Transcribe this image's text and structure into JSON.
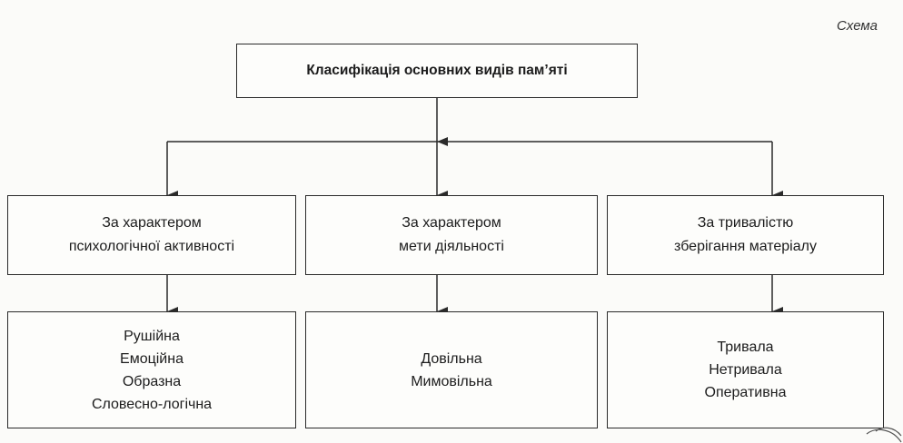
{
  "caption": "Схема",
  "root": {
    "title": "Класифікація основних видів пам’яті"
  },
  "categories": [
    {
      "lines": [
        "За характером",
        "психологічної активності"
      ],
      "items": [
        "Рушійна",
        "Емоційна",
        "Образна",
        "Словесно-логічна"
      ]
    },
    {
      "lines": [
        "За характером",
        "мети діяльності"
      ],
      "items": [
        "Довільна",
        "Мимовільна"
      ]
    },
    {
      "lines": [
        "За тривалістю",
        "зберігання матеріалу"
      ],
      "items": [
        "Тривала",
        "Нетривала",
        "Оперативна"
      ]
    }
  ]
}
